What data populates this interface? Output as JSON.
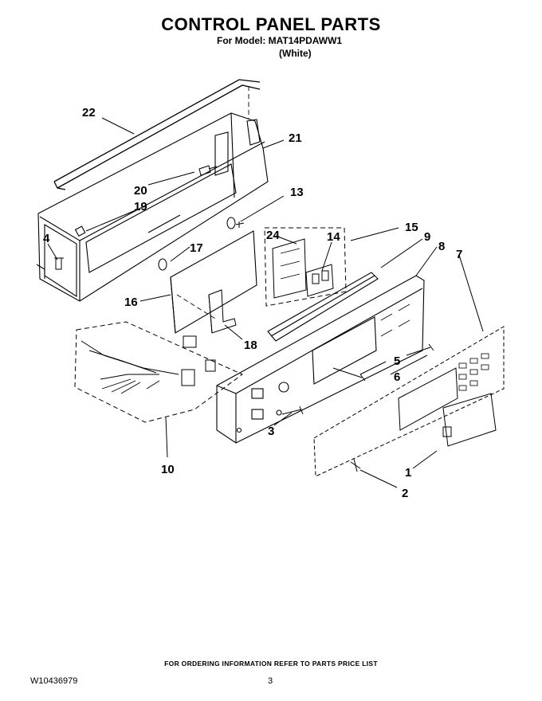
{
  "header": {
    "title": "CONTROL PANEL PARTS",
    "model_line": "For Model: MAT14PDAWW1",
    "color_line": "(White)"
  },
  "callouts": [
    {
      "id": "c1",
      "text": "1"
    },
    {
      "id": "c2",
      "text": "2"
    },
    {
      "id": "c3",
      "text": "3"
    },
    {
      "id": "c4",
      "text": "4"
    },
    {
      "id": "c5",
      "text": "5"
    },
    {
      "id": "c6",
      "text": "6"
    },
    {
      "id": "c7",
      "text": "7"
    },
    {
      "id": "c8",
      "text": "8"
    },
    {
      "id": "c9",
      "text": "9"
    },
    {
      "id": "c10",
      "text": "10"
    },
    {
      "id": "c13",
      "text": "13"
    },
    {
      "id": "c14",
      "text": "14"
    },
    {
      "id": "c15",
      "text": "15"
    },
    {
      "id": "c16",
      "text": "16"
    },
    {
      "id": "c17",
      "text": "17"
    },
    {
      "id": "c18",
      "text": "18"
    },
    {
      "id": "c19",
      "text": "19"
    },
    {
      "id": "c20",
      "text": "20"
    },
    {
      "id": "c21",
      "text": "21"
    },
    {
      "id": "c22",
      "text": "22"
    },
    {
      "id": "c24",
      "text": "24"
    }
  ],
  "footer": {
    "ordering_note": "FOR ORDERING INFORMATION REFER TO PARTS PRICE LIST",
    "doc_number": "W10436979",
    "page_number": "3"
  }
}
